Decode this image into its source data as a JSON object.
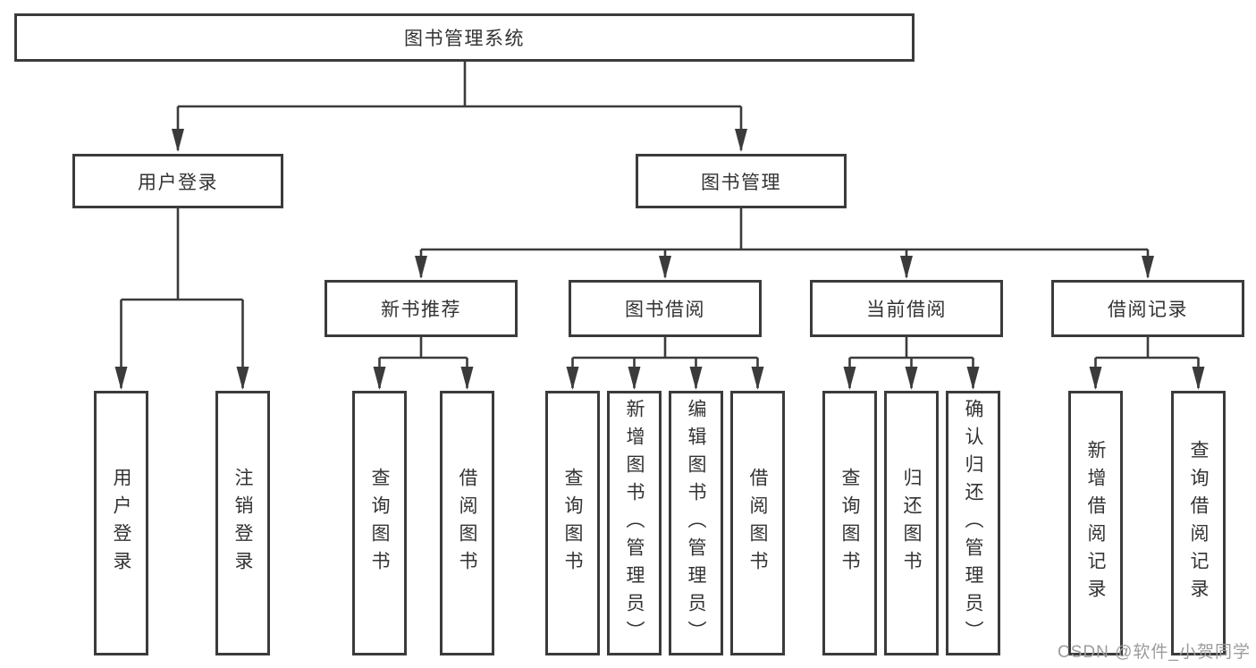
{
  "diagram": {
    "root": {
      "label": "图书管理系统"
    },
    "level2": [
      {
        "label": "用户登录"
      },
      {
        "label": "图书管理"
      }
    ],
    "level3": [
      {
        "label": "新书推荐"
      },
      {
        "label": "图书借阅"
      },
      {
        "label": "当前借阅"
      },
      {
        "label": "借阅记录"
      }
    ],
    "leaves": {
      "user_login": [
        {
          "label": "用户登录"
        },
        {
          "label": "注销登录"
        }
      ],
      "new_books": [
        {
          "label": "查询图书"
        },
        {
          "label": "借阅图书"
        }
      ],
      "book_borrow": [
        {
          "label": "查询图书"
        },
        {
          "label": "新增图书（管理员）"
        },
        {
          "label": "编辑图书（管理员）"
        },
        {
          "label": "借阅图书"
        }
      ],
      "current_borrow": [
        {
          "label": "查询图书"
        },
        {
          "label": "归还图书"
        },
        {
          "label": "确认归还（管理员）"
        }
      ],
      "borrow_records": [
        {
          "label": "新增借阅记录"
        },
        {
          "label": "查询借阅记录"
        }
      ]
    }
  },
  "watermark": {
    "text": "CSDN @软件_小贺同学"
  },
  "colors": {
    "line": "#3b3b3b",
    "text": "#333333",
    "box_background": "#ffffff",
    "page_background": "#ffffff",
    "watermark": "#9c9c9c"
  }
}
